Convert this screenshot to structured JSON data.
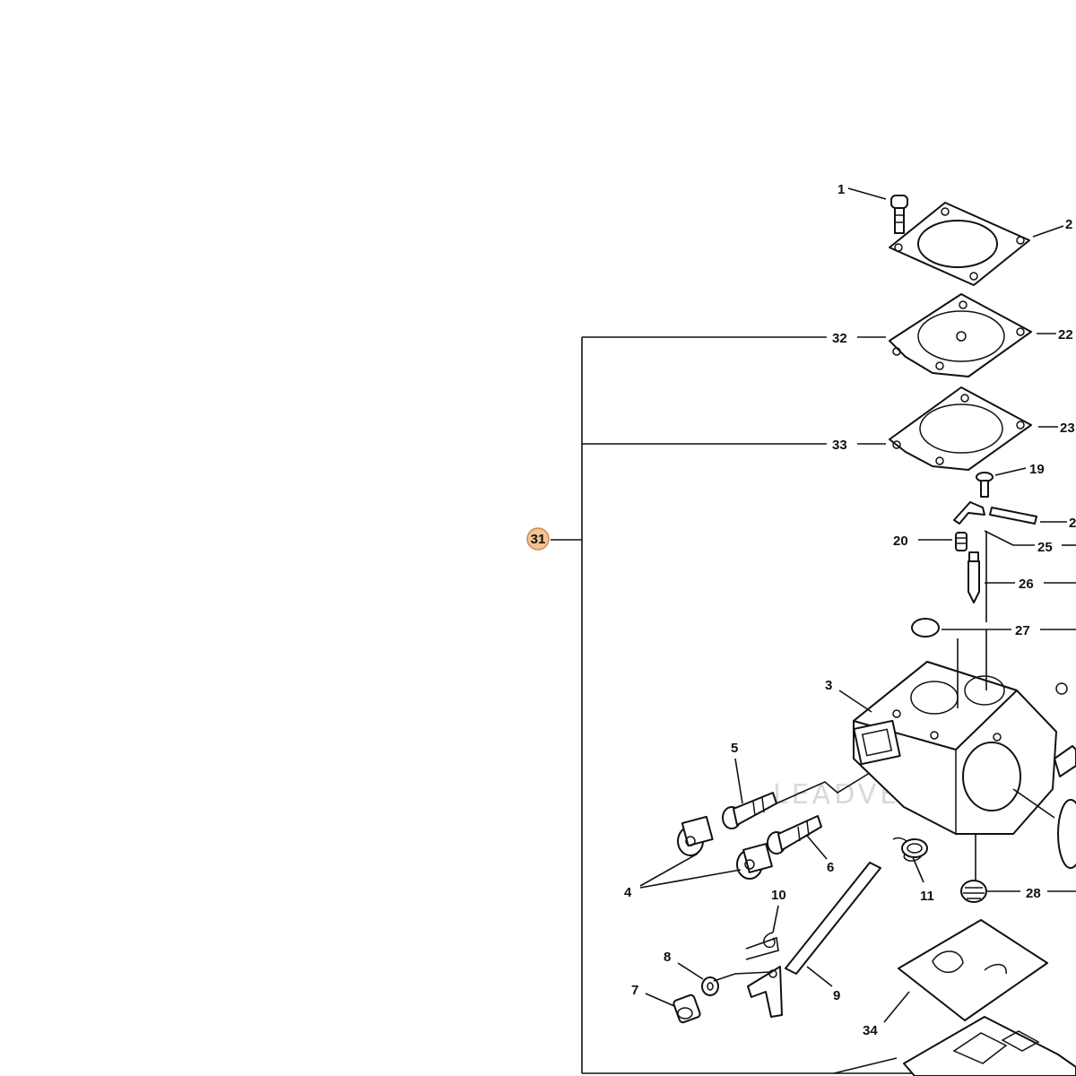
{
  "callouts": {
    "c1": "1",
    "c2": "2",
    "c3": "3",
    "c4": "4",
    "c5": "5",
    "c6": "6",
    "c7": "7",
    "c8": "8",
    "c9": "9",
    "c10": "10",
    "c11": "11",
    "c19": "19",
    "c20": "20",
    "c21": "2",
    "c22": "22",
    "c23": "23",
    "c25": "25",
    "c26": "26",
    "c27": "27",
    "c28": "28",
    "c31": "31",
    "c32": "32",
    "c33": "33",
    "c34": "34"
  },
  "highlight": {
    "callout": "31",
    "color": "#f2c394",
    "border": "#d08a4a"
  },
  "watermark": "LEADVENTURE"
}
